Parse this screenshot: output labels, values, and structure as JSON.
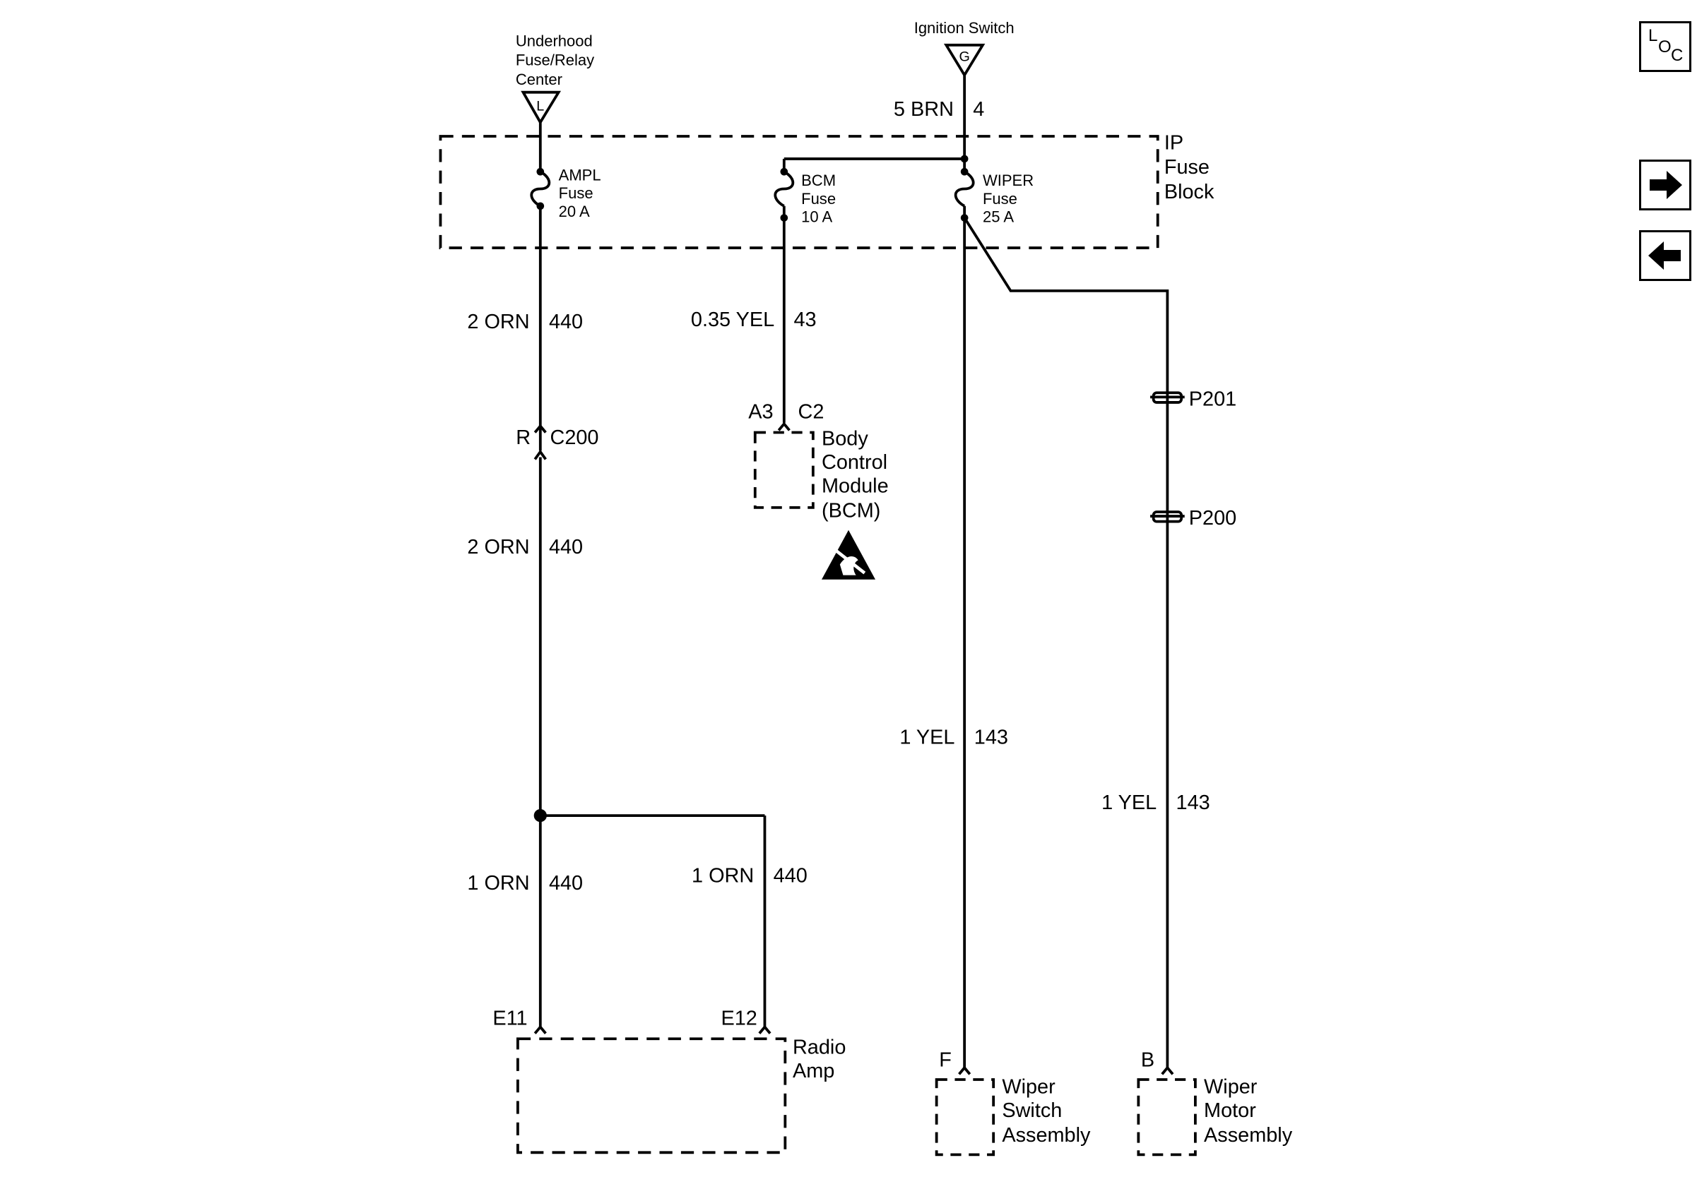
{
  "nav": {
    "loc": {
      "l": "L",
      "o": "O",
      "c": "C"
    },
    "next_icon": "arrow-right-icon",
    "prev_icon": "arrow-left-icon"
  },
  "sources": {
    "underhood": {
      "lines": [
        "Underhood",
        "Fuse/Relay",
        "Center"
      ],
      "terminal": "L"
    },
    "ignition": {
      "label": "Ignition Switch",
      "terminal": "G",
      "wire": "5 BRN",
      "circuit": "4"
    }
  },
  "fuse_block": {
    "lines": [
      "IP",
      "Fuse",
      "Block"
    ],
    "fuses": [
      {
        "lines": [
          "AMPL",
          "Fuse",
          "20 A"
        ]
      },
      {
        "lines": [
          "BCM",
          "Fuse",
          "10 A"
        ]
      },
      {
        "lines": [
          "WIPER",
          "Fuse",
          "25 A"
        ]
      }
    ]
  },
  "wires": {
    "ampl_upper": {
      "wire": "2 ORN",
      "circuit": "440"
    },
    "ampl_lower": {
      "wire": "2 ORN",
      "circuit": "440"
    },
    "amp_e11": {
      "wire": "1 ORN",
      "circuit": "440"
    },
    "amp_e12": {
      "wire": "1 ORN",
      "circuit": "440"
    },
    "bcm": {
      "wire": "0.35 YEL",
      "circuit": "43"
    },
    "wiper_switch": {
      "wire": "1 YEL",
      "circuit": "143"
    },
    "wiper_motor": {
      "wire": "1 YEL",
      "circuit": "143"
    }
  },
  "connectors": {
    "c200": {
      "pin": "R",
      "name": "C200"
    },
    "bcm": {
      "pin": "A3",
      "name": "C2"
    },
    "amp_e11": "E11",
    "amp_e12": "E12",
    "wiper_switch": "F",
    "wiper_motor": "B"
  },
  "splices": {
    "p201": "P201",
    "p200": "P200"
  },
  "components": {
    "bcm": {
      "lines": [
        "Body",
        "Control",
        "Module",
        "(BCM)"
      ],
      "icon": "esd-warning-icon"
    },
    "radio_amp": {
      "lines": [
        "Radio",
        "Amp"
      ]
    },
    "wiper_switch": {
      "lines": [
        "Wiper",
        "Switch",
        "Assembly"
      ]
    },
    "wiper_motor": {
      "lines": [
        "Wiper",
        "Motor",
        "Assembly"
      ]
    }
  }
}
